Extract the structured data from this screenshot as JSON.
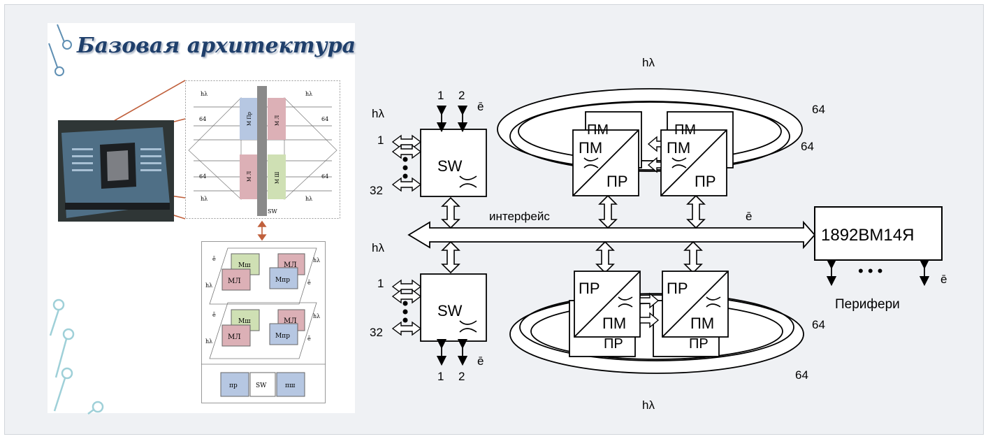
{
  "slide": {
    "title": "Базовая архитектура",
    "top_diagram": {
      "labels": {
        "hl": "hλ",
        "n64": "64",
        "sw": "SW",
        "m_pr": "М Пр",
        "m_l": "М Л",
        "m_sh": "М Ш"
      }
    },
    "bottom_diagram": {
      "labels": {
        "e": "ē",
        "hl": "hλ",
        "m_sh": "Мш",
        "m_l": "МЛ",
        "m_pr": "Мпр",
        "pr": "пр",
        "sw": "SW",
        "psh": "пш"
      }
    }
  },
  "main": {
    "hl": "hλ",
    "e": "ē",
    "n1": "1",
    "n2": "2",
    "n32": "32",
    "n64": "64",
    "sw": "SW",
    "pm": "ПМ",
    "pr": "ПР",
    "interface": "интерфейс",
    "processor": "1892ВМ14Я",
    "peripherals": "Перифери",
    "dots": "• • •"
  },
  "colors": {
    "background": "#eff1f4",
    "title": "#1f3f6b",
    "connector": "#c0603c",
    "teal_decoration": "#9fd0d8",
    "mod_blue": "#b6c7e2",
    "mod_pink": "#dcb0b6",
    "mod_green": "#cfe0b4",
    "gray_bar": "#8a8a8a"
  }
}
